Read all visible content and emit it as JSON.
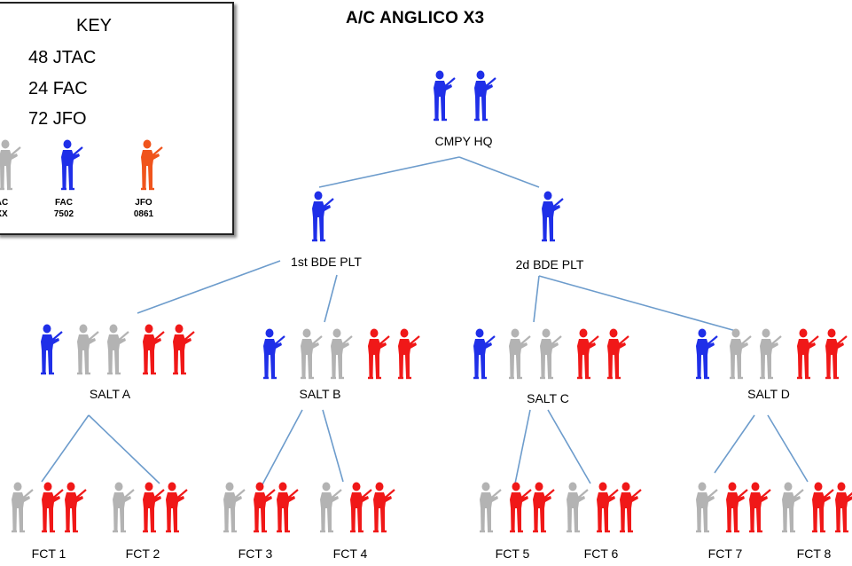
{
  "title": "A/C ANGLICO X3",
  "key": {
    "heading": "KEY",
    "lines": [
      "48 JTAC",
      "24 FAC",
      "72 JFO"
    ],
    "legend": [
      {
        "name": "JTAC",
        "code": "XX",
        "label_top": "AC",
        "label_bottom": "XX"
      },
      {
        "name": "FAC",
        "code": "7502",
        "label_top": "FAC",
        "label_bottom": "7502"
      },
      {
        "name": "JFO",
        "code": "0861",
        "label_top": "JFO",
        "label_bottom": "0861"
      }
    ]
  },
  "colors": {
    "jtac": "#b3b3b3",
    "fac": "#1f2fe8",
    "jfo_key": "#f0541c",
    "jfo": "#f01818",
    "connector": "#6d9ccc"
  },
  "nodes": {
    "cmpy_hq": "CMPY HQ",
    "plt1": "1st BDE PLT",
    "plt2": "2d BDE PLT",
    "salt_a": "SALT A",
    "salt_b": "SALT B",
    "salt_c": "SALT C",
    "salt_d": "SALT D",
    "fct1": "FCT 1",
    "fct2": "FCT 2",
    "fct3": "FCT 3",
    "fct4": "FCT 4",
    "fct5": "FCT 5",
    "fct6": "FCT 6",
    "fct7": "FCT 7",
    "fct8": "FCT 8"
  }
}
